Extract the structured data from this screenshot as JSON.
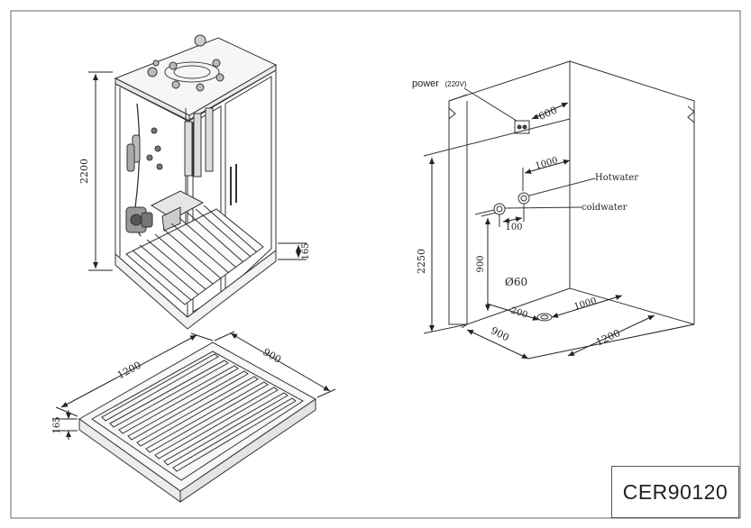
{
  "drawing": {
    "model": "CER90120",
    "cabin": {
      "height_label": "2200",
      "base_height_label": "165"
    },
    "tray": {
      "length_label": "1200",
      "width_label": "900",
      "height_label": "165"
    },
    "installation": {
      "power_label": "power",
      "power_voltage": "(220V)",
      "power_offset_label": "600",
      "pipe_spacing_label": "1000",
      "hot_water_label": "Hotwater",
      "cold_water_label": "coldwater",
      "pipe_offset_label": "100",
      "pipe_height_label": "900",
      "wall_height_label": "2250",
      "drain_diameter_label": "Ø60",
      "drain_offset_label": "200",
      "drain_length_label": "1000",
      "floor_width_label": "900",
      "floor_length_label": "1200"
    }
  }
}
